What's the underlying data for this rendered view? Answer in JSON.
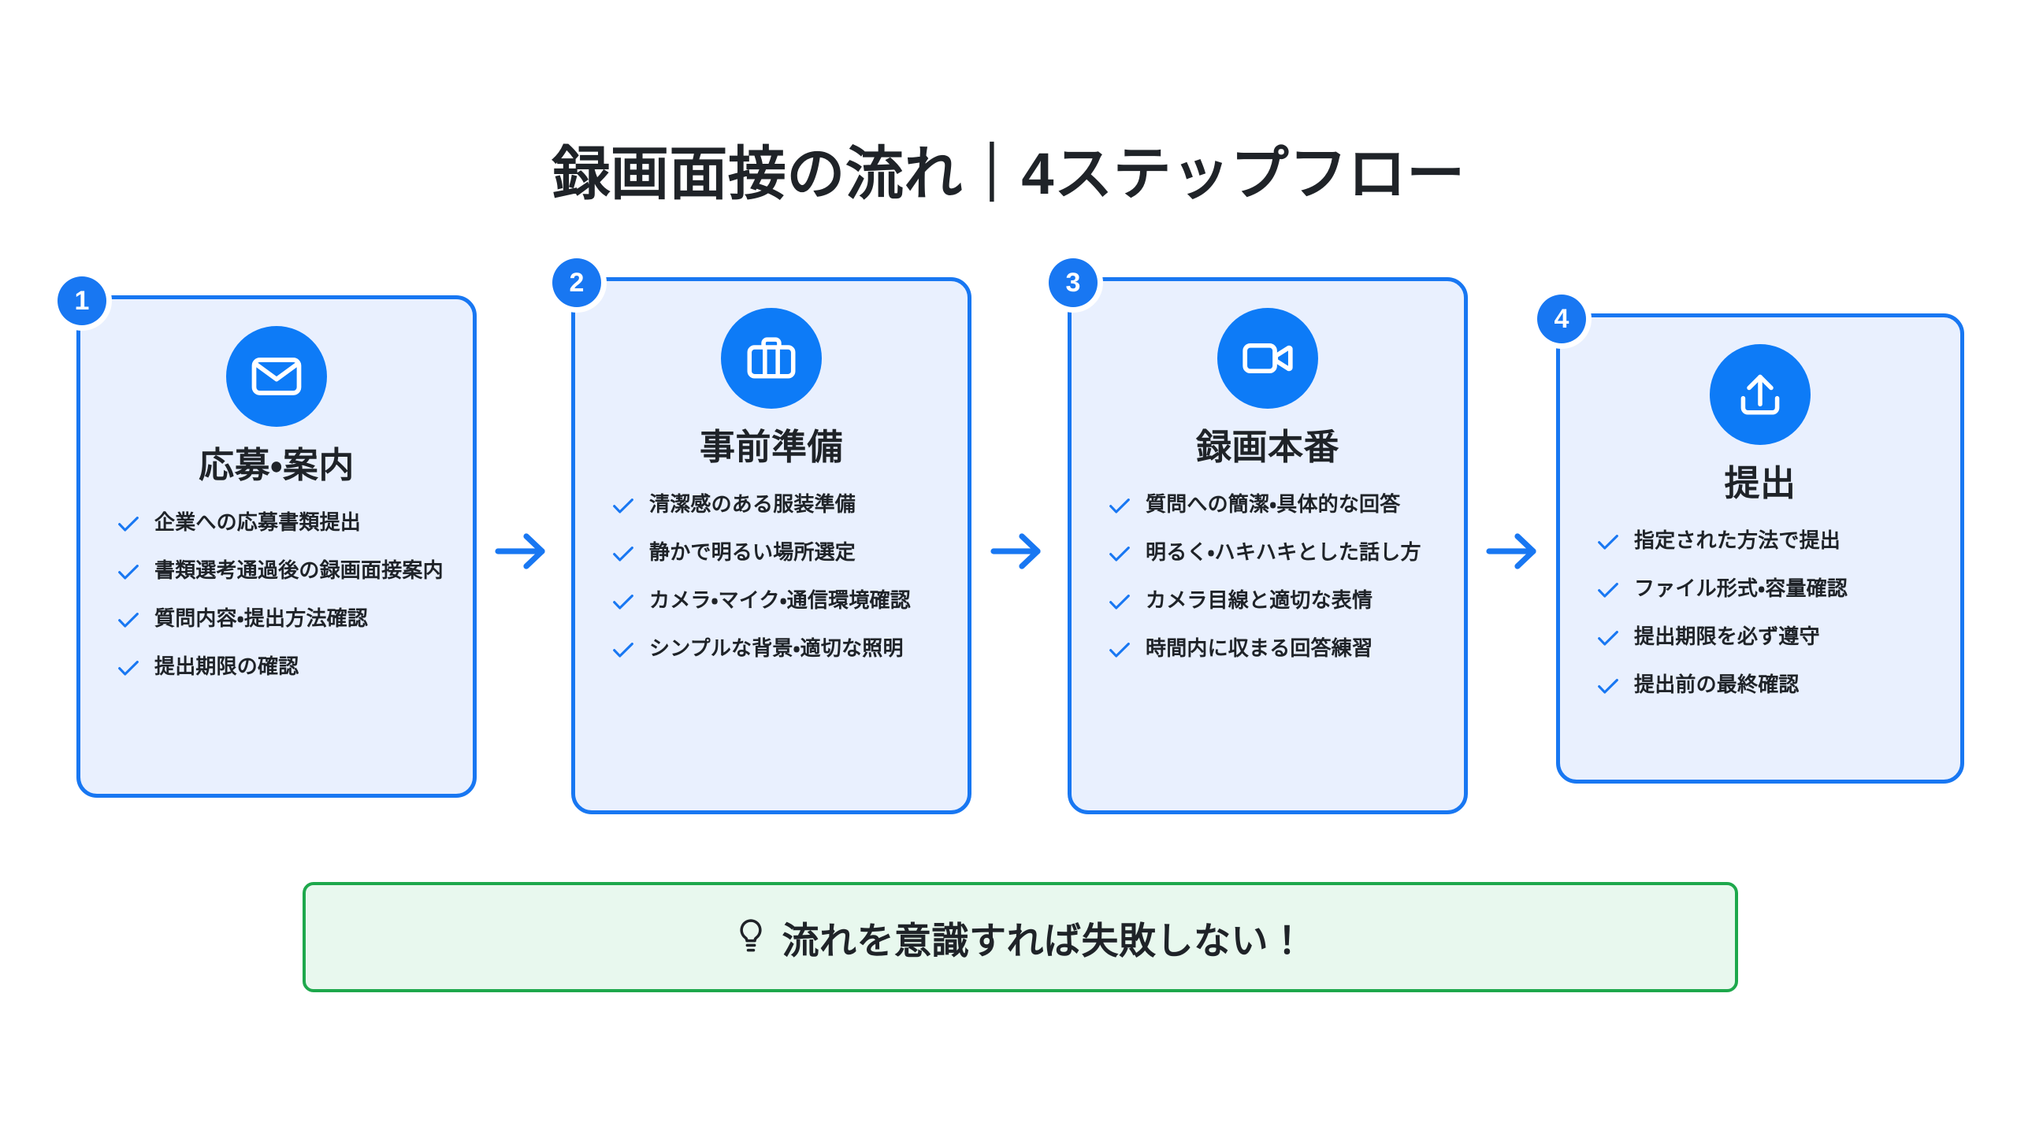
{
  "page": {
    "title": "録画面接の流れ｜4ステップフロー",
    "accent_blue": "#1877f2",
    "icon_blue": "#0d7bf7",
    "card_bg": "#e9f0fe",
    "banner_bg": "#e8f8ee",
    "banner_border": "#1ea84c",
    "text_color": "#1f2328"
  },
  "steps": [
    {
      "number": "1",
      "icon": "envelope-icon",
      "title": "応募・案内",
      "bullets": [
        "企業への応募書類提出",
        "書類選考通過後の録画面接案内",
        "質問内容・提出方法確認",
        "提出期限の確認"
      ]
    },
    {
      "number": "2",
      "icon": "briefcase-icon",
      "title": "事前準備",
      "bullets": [
        "清潔感のある服装準備",
        "静かで明るい場所選定",
        "カメラ・マイク・通信環境確認",
        "シンプルな背景・適切な照明"
      ]
    },
    {
      "number": "3",
      "icon": "video-camera-icon",
      "title": "録画本番",
      "bullets": [
        "質問への簡潔・具体的な回答",
        "明るく・ハキハキとした話し方",
        "カメラ目線と適切な表情",
        "時間内に収まる回答練習"
      ]
    },
    {
      "number": "4",
      "icon": "upload-icon",
      "title": "提出",
      "bullets": [
        "指定された方法で提出",
        "ファイル形式・容量確認",
        "提出期限を必ず遵守",
        "提出前の最終確認"
      ]
    }
  ],
  "connectors": [
    {
      "name": "arrow-right-icon"
    },
    {
      "name": "arrow-right-icon"
    },
    {
      "name": "arrow-right-icon"
    }
  ],
  "banner": {
    "icon": "lightbulb-icon",
    "text": "流れを意識すれば失敗しない！"
  }
}
